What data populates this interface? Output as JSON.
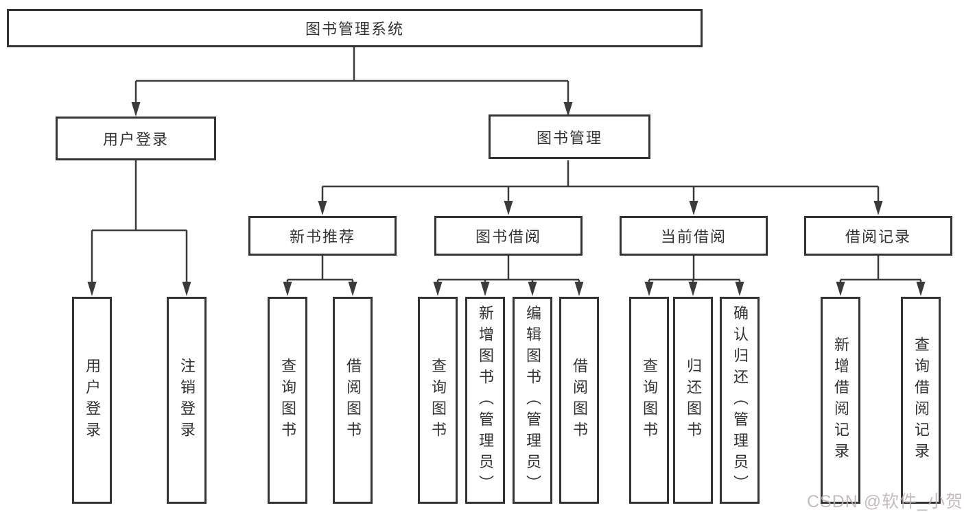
{
  "diagram": {
    "root": "图书管理系统",
    "level2": [
      "用户登录",
      "图书管理"
    ],
    "level3": [
      "新书推荐",
      "图书借阅",
      "当前借阅",
      "借阅记录"
    ],
    "leaves": {
      "user_login": [
        "用户登录",
        "注销登录"
      ],
      "new_book_recommend": [
        "查询图书",
        "借阅图书"
      ],
      "book_borrow": [
        "查询图书",
        "新增图书（管理员）",
        "编辑图书（管理员）",
        "借阅图书"
      ],
      "current_borrow": [
        "查询图书",
        "归还图书",
        "确认归还（管理员）"
      ],
      "borrow_records": [
        "新增借阅记录",
        "查询借阅记录"
      ]
    }
  },
  "watermark": {
    "text": "CSDN @软件_小贺同学",
    "color": "rgba(186,178,178,0.85)"
  },
  "colors": {
    "line": "#3b3b3b",
    "box_border": "#333333",
    "text": "#333333",
    "background": "#ffffff"
  }
}
